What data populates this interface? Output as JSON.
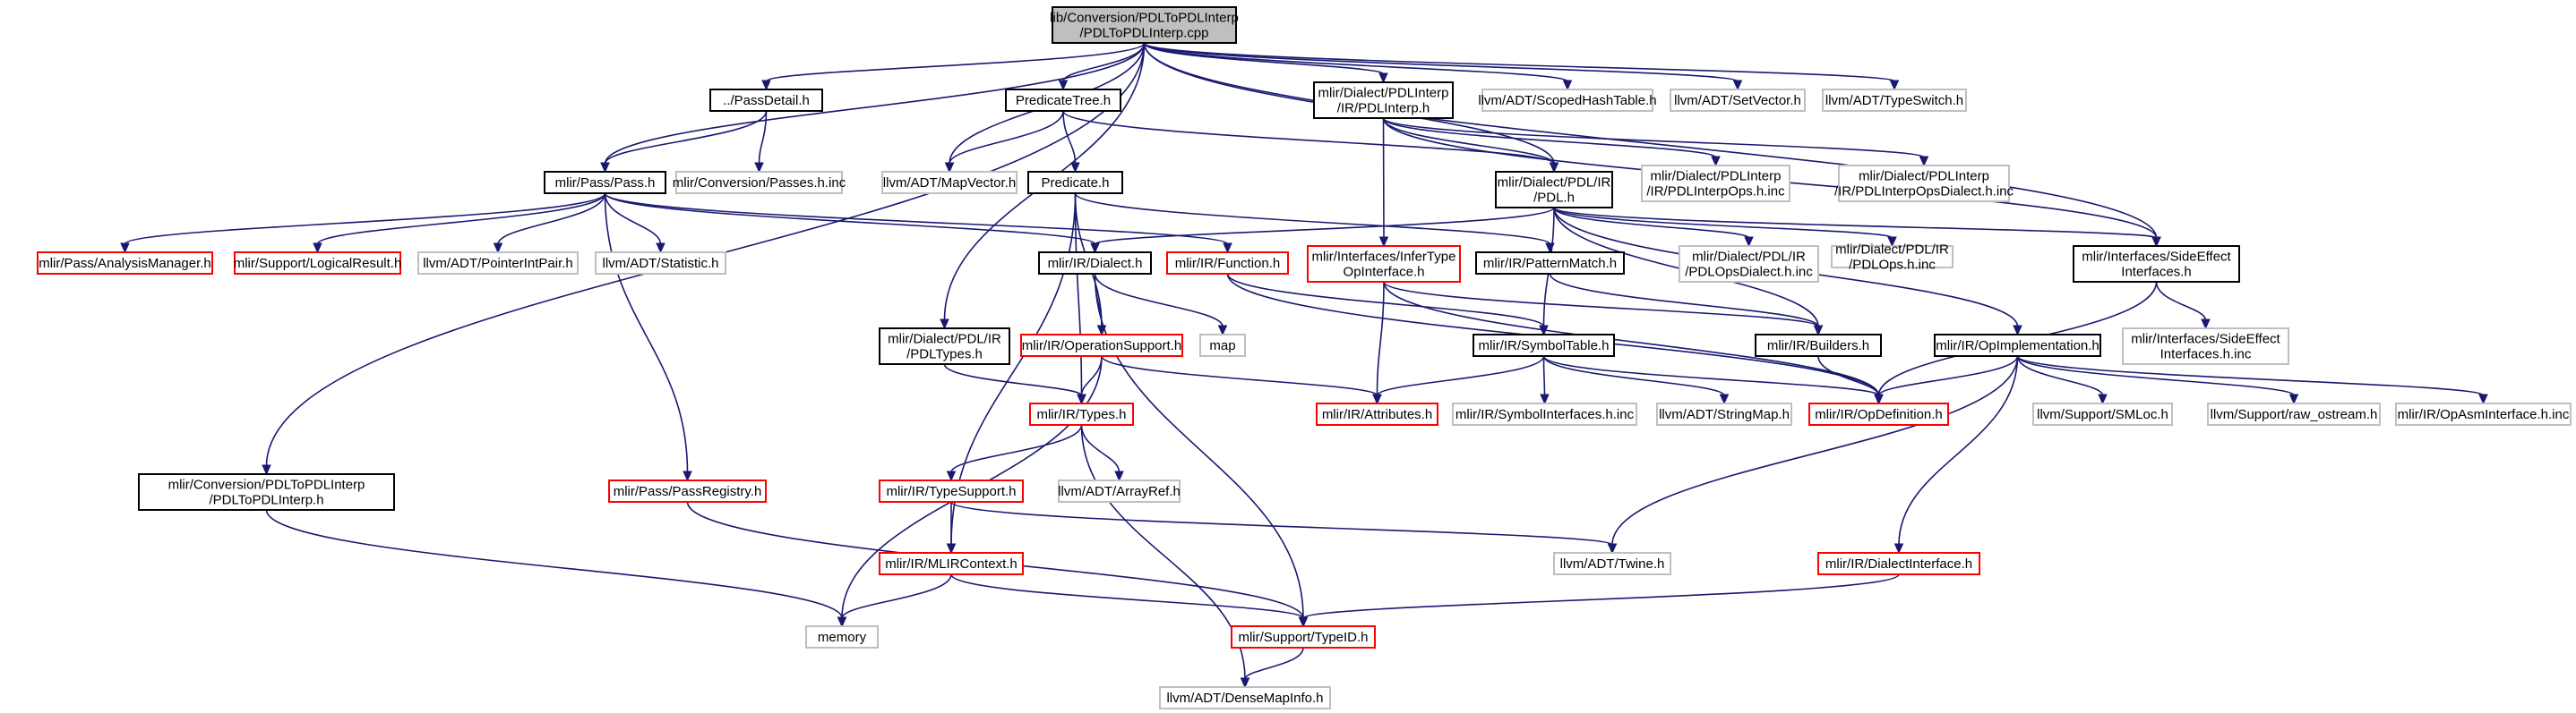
{
  "diagram": {
    "nodes": [
      {
        "id": "root",
        "lines": [
          "lib/Conversion/PDLToPDLInterp",
          "/PDLToPDLInterp.cpp"
        ],
        "style": "root"
      },
      {
        "id": "passdetail",
        "lines": [
          "../PassDetail.h"
        ],
        "style": "black"
      },
      {
        "id": "predtree",
        "lines": [
          "PredicateTree.h"
        ],
        "style": "black"
      },
      {
        "id": "pdlinterp",
        "lines": [
          "mlir/Dialect/PDLInterp",
          "/IR/PDLInterp.h"
        ],
        "style": "black"
      },
      {
        "id": "scopedhash",
        "lines": [
          "llvm/ADT/ScopedHashTable.h"
        ],
        "style": "gray"
      },
      {
        "id": "setvector",
        "lines": [
          "llvm/ADT/SetVector.h"
        ],
        "style": "gray"
      },
      {
        "id": "typeswitch",
        "lines": [
          "llvm/ADT/TypeSwitch.h"
        ],
        "style": "gray"
      },
      {
        "id": "pass",
        "lines": [
          "mlir/Pass/Pass.h"
        ],
        "style": "black"
      },
      {
        "id": "passesinc",
        "lines": [
          "mlir/Conversion/Passes.h.inc"
        ],
        "style": "gray"
      },
      {
        "id": "mapvector",
        "lines": [
          "llvm/ADT/MapVector.h"
        ],
        "style": "gray"
      },
      {
        "id": "predicate",
        "lines": [
          "Predicate.h"
        ],
        "style": "black"
      },
      {
        "id": "pdlh",
        "lines": [
          "mlir/Dialect/PDL/IR",
          "/PDL.h"
        ],
        "style": "black"
      },
      {
        "id": "interpopsinc",
        "lines": [
          "mlir/Dialect/PDLInterp",
          "/IR/PDLInterpOps.h.inc"
        ],
        "style": "gray"
      },
      {
        "id": "interpopsdialectinc",
        "lines": [
          "mlir/Dialect/PDLInterp",
          "/IR/PDLInterpOpsDialect.h.inc"
        ],
        "style": "gray"
      },
      {
        "id": "analysis",
        "lines": [
          "mlir/Pass/AnalysisManager.h"
        ],
        "style": "red"
      },
      {
        "id": "logical",
        "lines": [
          "mlir/Support/LogicalResult.h"
        ],
        "style": "red"
      },
      {
        "id": "pointerint",
        "lines": [
          "llvm/ADT/PointerIntPair.h"
        ],
        "style": "gray"
      },
      {
        "id": "statistic",
        "lines": [
          "llvm/ADT/Statistic.h"
        ],
        "style": "gray"
      },
      {
        "id": "function",
        "lines": [
          "mlir/IR/Function.h"
        ],
        "style": "red"
      },
      {
        "id": "infertype",
        "lines": [
          "mlir/Interfaces/InferType",
          "OpInterface.h"
        ],
        "style": "red"
      },
      {
        "id": "patternmatch",
        "lines": [
          "mlir/IR/PatternMatch.h"
        ],
        "style": "black"
      },
      {
        "id": "pdlopsdialectinc",
        "lines": [
          "mlir/Dialect/PDL/IR",
          "/PDLOpsDialect.h.inc"
        ],
        "style": "gray"
      },
      {
        "id": "pdlopsinc",
        "lines": [
          "mlir/Dialect/PDL/IR",
          "/PDLOps.h.inc"
        ],
        "style": "gray"
      },
      {
        "id": "sideeffect",
        "lines": [
          "mlir/Interfaces/SideEffect",
          "Interfaces.h"
        ],
        "style": "black"
      },
      {
        "id": "sideeffectinc",
        "lines": [
          "mlir/Interfaces/SideEffect",
          "Interfaces.h.inc"
        ],
        "style": "gray"
      },
      {
        "id": "dialect",
        "lines": [
          "mlir/IR/Dialect.h"
        ],
        "style": "black"
      },
      {
        "id": "pdltypes",
        "lines": [
          "mlir/Dialect/PDL/IR",
          "/PDLTypes.h"
        ],
        "style": "black"
      },
      {
        "id": "opsupport",
        "lines": [
          "mlir/IR/OperationSupport.h"
        ],
        "style": "red"
      },
      {
        "id": "map",
        "lines": [
          "map"
        ],
        "style": "gray"
      },
      {
        "id": "symboltable",
        "lines": [
          "mlir/IR/SymbolTable.h"
        ],
        "style": "black"
      },
      {
        "id": "builders",
        "lines": [
          "mlir/IR/Builders.h"
        ],
        "style": "black"
      },
      {
        "id": "opimpl",
        "lines": [
          "mlir/IR/OpImplementation.h"
        ],
        "style": "black"
      },
      {
        "id": "attributes",
        "lines": [
          "mlir/IR/Attributes.h"
        ],
        "style": "red"
      },
      {
        "id": "symbolinc",
        "lines": [
          "mlir/IR/SymbolInterfaces.h.inc"
        ],
        "style": "gray"
      },
      {
        "id": "stringmap",
        "lines": [
          "llvm/ADT/StringMap.h"
        ],
        "style": "gray"
      },
      {
        "id": "opdef",
        "lines": [
          "mlir/IR/OpDefinition.h"
        ],
        "style": "red"
      },
      {
        "id": "smloc",
        "lines": [
          "llvm/Support/SMLoc.h"
        ],
        "style": "gray"
      },
      {
        "id": "rawostream",
        "lines": [
          "llvm/Support/raw_ostream.h"
        ],
        "style": "gray"
      },
      {
        "id": "opasminc",
        "lines": [
          "mlir/IR/OpAsmInterface.h.inc"
        ],
        "style": "gray"
      },
      {
        "id": "types",
        "lines": [
          "mlir/IR/Types.h"
        ],
        "style": "red"
      },
      {
        "id": "convpdl",
        "lines": [
          "mlir/Conversion/PDLToPDLInterp",
          "/PDLToPDLInterp.h"
        ],
        "style": "black"
      },
      {
        "id": "passregistry",
        "lines": [
          "mlir/Pass/PassRegistry.h"
        ],
        "style": "red"
      },
      {
        "id": "typesupport",
        "lines": [
          "mlir/IR/TypeSupport.h"
        ],
        "style": "red"
      },
      {
        "id": "arrayref",
        "lines": [
          "llvm/ADT/ArrayRef.h"
        ],
        "style": "gray"
      },
      {
        "id": "mlircontext",
        "lines": [
          "mlir/IR/MLIRContext.h"
        ],
        "style": "red"
      },
      {
        "id": "twine",
        "lines": [
          "llvm/ADT/Twine.h"
        ],
        "style": "gray"
      },
      {
        "id": "dialectiface",
        "lines": [
          "mlir/IR/DialectInterface.h"
        ],
        "style": "red"
      },
      {
        "id": "memory",
        "lines": [
          "memory"
        ],
        "style": "gray"
      },
      {
        "id": "typeid",
        "lines": [
          "mlir/Support/TypeID.h"
        ],
        "style": "red"
      },
      {
        "id": "densemapinfo",
        "lines": [
          "llvm/ADT/DenseMapInfo.h"
        ],
        "style": "gray"
      }
    ],
    "edges": [
      [
        "root",
        "passdetail"
      ],
      [
        "root",
        "pass"
      ],
      [
        "root",
        "predtree"
      ],
      [
        "root",
        "mapvector"
      ],
      [
        "root",
        "pdlinterp"
      ],
      [
        "root",
        "scopedhash"
      ],
      [
        "root",
        "setvector"
      ],
      [
        "root",
        "typeswitch"
      ],
      [
        "root",
        "pdlh"
      ],
      [
        "root",
        "convpdl"
      ],
      [
        "root",
        "pdltypes"
      ],
      [
        "root",
        "sideeffect"
      ],
      [
        "passdetail",
        "pass"
      ],
      [
        "passdetail",
        "passesinc"
      ],
      [
        "predtree",
        "mapvector"
      ],
      [
        "predtree",
        "predicate"
      ],
      [
        "predtree",
        "pdlh"
      ],
      [
        "pdlinterp",
        "pdlh"
      ],
      [
        "pdlinterp",
        "interpopsinc"
      ],
      [
        "pdlinterp",
        "interpopsdialectinc"
      ],
      [
        "pdlinterp",
        "infertype"
      ],
      [
        "pdlinterp",
        "sideeffect"
      ],
      [
        "pass",
        "analysis"
      ],
      [
        "pass",
        "logical"
      ],
      [
        "pass",
        "pointerint"
      ],
      [
        "pass",
        "statistic"
      ],
      [
        "pass",
        "function"
      ],
      [
        "pass",
        "passregistry"
      ],
      [
        "pass",
        "dialect"
      ],
      [
        "predicate",
        "patternmatch"
      ],
      [
        "predicate",
        "opsupport"
      ],
      [
        "predicate",
        "types"
      ],
      [
        "predicate",
        "mlircontext"
      ],
      [
        "pdlh",
        "dialect"
      ],
      [
        "pdlh",
        "pdlopsdialectinc"
      ],
      [
        "pdlh",
        "pdlopsinc"
      ],
      [
        "pdlh",
        "sideeffect"
      ],
      [
        "pdlh",
        "opimpl"
      ],
      [
        "pdlh",
        "builders"
      ],
      [
        "pdlh",
        "symboltable"
      ],
      [
        "function",
        "symboltable"
      ],
      [
        "function",
        "opdef"
      ],
      [
        "infertype",
        "attributes"
      ],
      [
        "infertype",
        "builders"
      ],
      [
        "infertype",
        "opdef"
      ],
      [
        "patternmatch",
        "builders"
      ],
      [
        "sideeffect",
        "sideeffectinc"
      ],
      [
        "sideeffect",
        "opdef"
      ],
      [
        "dialect",
        "opsupport"
      ],
      [
        "dialect",
        "map"
      ],
      [
        "dialect",
        "typeid"
      ],
      [
        "pdltypes",
        "types"
      ],
      [
        "opsupport",
        "types"
      ],
      [
        "opsupport",
        "attributes"
      ],
      [
        "opsupport",
        "memory"
      ],
      [
        "symboltable",
        "attributes"
      ],
      [
        "symboltable",
        "symbolinc"
      ],
      [
        "symboltable",
        "stringmap"
      ],
      [
        "symboltable",
        "opdef"
      ],
      [
        "builders",
        "opdef"
      ],
      [
        "opimpl",
        "opdef"
      ],
      [
        "opimpl",
        "smloc"
      ],
      [
        "opimpl",
        "rawostream"
      ],
      [
        "opimpl",
        "opasminc"
      ],
      [
        "opimpl",
        "twine"
      ],
      [
        "opimpl",
        "dialectiface"
      ],
      [
        "types",
        "typesupport"
      ],
      [
        "types",
        "arrayref"
      ],
      [
        "types",
        "densemapinfo"
      ],
      [
        "typesupport",
        "mlircontext"
      ],
      [
        "typesupport",
        "twine"
      ],
      [
        "convpdl",
        "memory"
      ],
      [
        "passregistry",
        "typeid"
      ],
      [
        "mlircontext",
        "memory"
      ],
      [
        "mlircontext",
        "typeid"
      ],
      [
        "dialectiface",
        "typeid"
      ],
      [
        "typeid",
        "densemapinfo"
      ]
    ]
  }
}
